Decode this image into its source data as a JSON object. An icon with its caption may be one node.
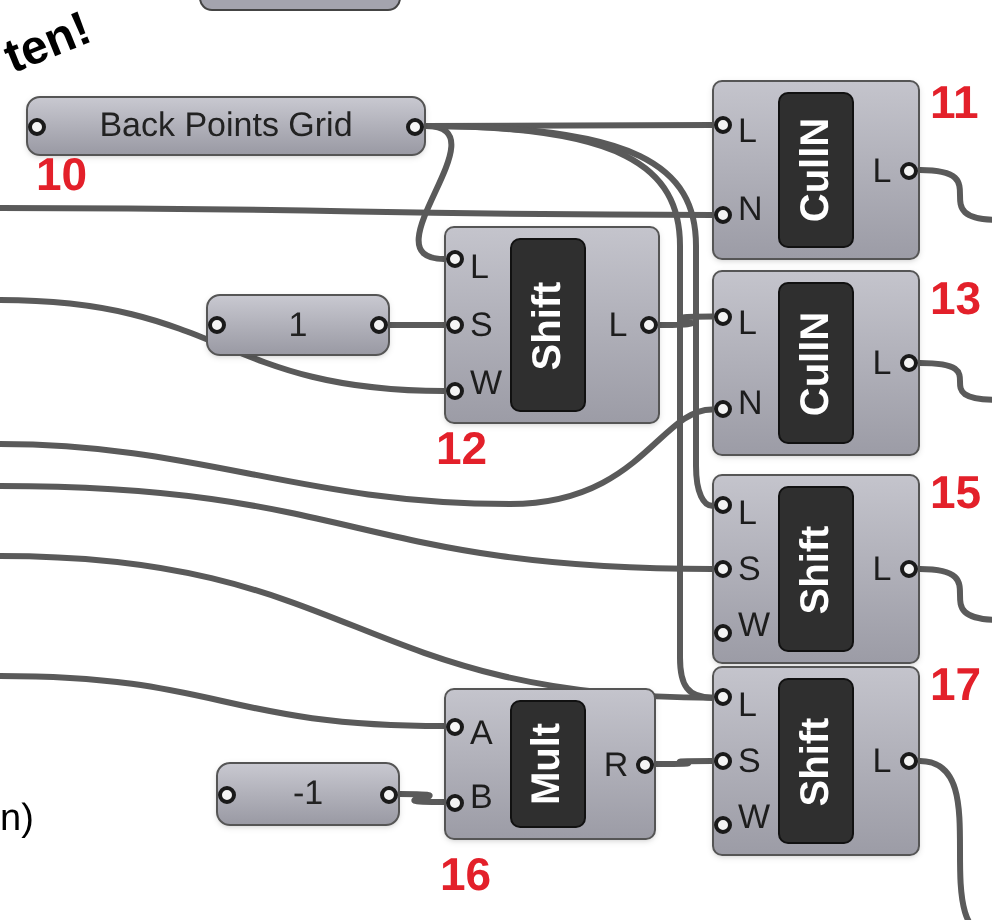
{
  "diagram": {
    "nodes": [
      {
        "text": [
          "Back Points Grid"
        ],
        "beside": [
          "10"
        ]
      },
      {
        "text": [
          "L",
          "N",
          "CullN",
          "L"
        ],
        "beside": [
          "11"
        ]
      },
      {
        "text": [
          "1"
        ]
      },
      {
        "text": [
          "L",
          "S",
          "W",
          "Shift",
          "L"
        ],
        "beside": [
          "12"
        ]
      },
      {
        "text": [
          "L",
          "N",
          "CullN",
          "L"
        ],
        "beside": [
          "13"
        ]
      },
      {
        "text": [
          "L",
          "S",
          "W",
          "Shift",
          "L"
        ],
        "beside": [
          "15"
        ]
      },
      {
        "text": [
          "-1"
        ]
      },
      {
        "text": [
          "A",
          "B",
          "Mult",
          "R"
        ],
        "beside": [
          "16"
        ]
      },
      {
        "text": [
          "L",
          "S",
          "W",
          "Shift",
          "L"
        ],
        "beside": [
          "17"
        ]
      }
    ],
    "edges": [
      {
        "from": 0,
        "to": 1,
        "arrow": "none"
      },
      {
        "from": null,
        "to": 1,
        "arrow": "none"
      },
      {
        "from": 0,
        "to": 3,
        "arrow": "none"
      },
      {
        "from": 0,
        "to": 5,
        "arrow": "none"
      },
      {
        "from": 0,
        "to": 8,
        "arrow": "none"
      },
      {
        "from": 2,
        "to": 3,
        "arrow": "none"
      },
      {
        "from": null,
        "to": 3,
        "arrow": "none"
      },
      {
        "from": 3,
        "to": 4,
        "arrow": "none"
      },
      {
        "from": null,
        "to": 4,
        "arrow": "none"
      },
      {
        "from": null,
        "to": 5,
        "arrow": "none"
      },
      {
        "from": null,
        "to": 8,
        "arrow": "none"
      },
      {
        "from": null,
        "to": 7,
        "arrow": "none"
      },
      {
        "from": 6,
        "to": 7,
        "arrow": "none"
      },
      {
        "from": 7,
        "to": 8,
        "arrow": "none"
      },
      {
        "from": 1,
        "to": null,
        "arrow": "none"
      },
      {
        "from": 4,
        "to": null,
        "arrow": "none"
      },
      {
        "from": 5,
        "to": null,
        "arrow": "none"
      },
      {
        "from": 8,
        "to": null,
        "arrow": "none"
      }
    ],
    "labels": [
      "ten!",
      "n)"
    ]
  }
}
